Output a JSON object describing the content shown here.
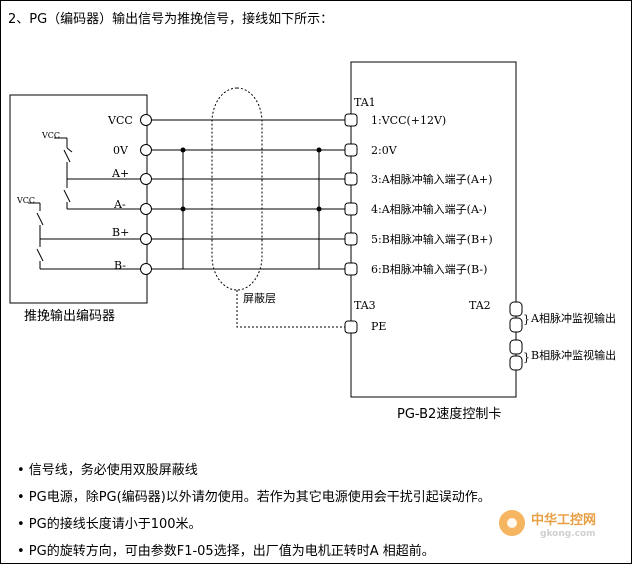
{
  "title": "2、PG（编码器）输出信号为推挽信号，接线如下所示：",
  "encoder": {
    "caption": "推挽输出编码器",
    "terminals": [
      "VCC",
      "0V",
      "A+",
      "A-",
      "B+",
      "B-"
    ],
    "switch_supply": "VCC"
  },
  "shield_label": "屏蔽层",
  "card": {
    "caption": "PG-B2速度控制卡",
    "ta1": "TA1",
    "ta1_terminals": [
      "1:VCC(+12V)",
      "2:0V",
      "3:A相脉冲输入端子(A+)",
      "4:A相脉冲输入端子(A-)",
      "5:B相脉冲输入端子(B+)",
      "6:B相脉冲输入端子(B-)"
    ],
    "ta3": "TA3",
    "ta3_terminal": "PE",
    "ta2": "TA2",
    "ta2_outputs": [
      "A相脉冲监视输出",
      "B相脉冲监视输出"
    ]
  },
  "notes": [
    "• 信号线，务必使用双股屏蔽线",
    "• PG电源，除PG(编码器)以外请勿使用。若作为其它电源使用会干扰引起误动作。",
    "• PG的接线长度请小于100米。",
    "• PG的旋转方向，可由参数F1-05选择，出厂值为电机正转时A 相超前。"
  ],
  "watermark": {
    "name": "中华工控网",
    "url": "gkong.com"
  }
}
